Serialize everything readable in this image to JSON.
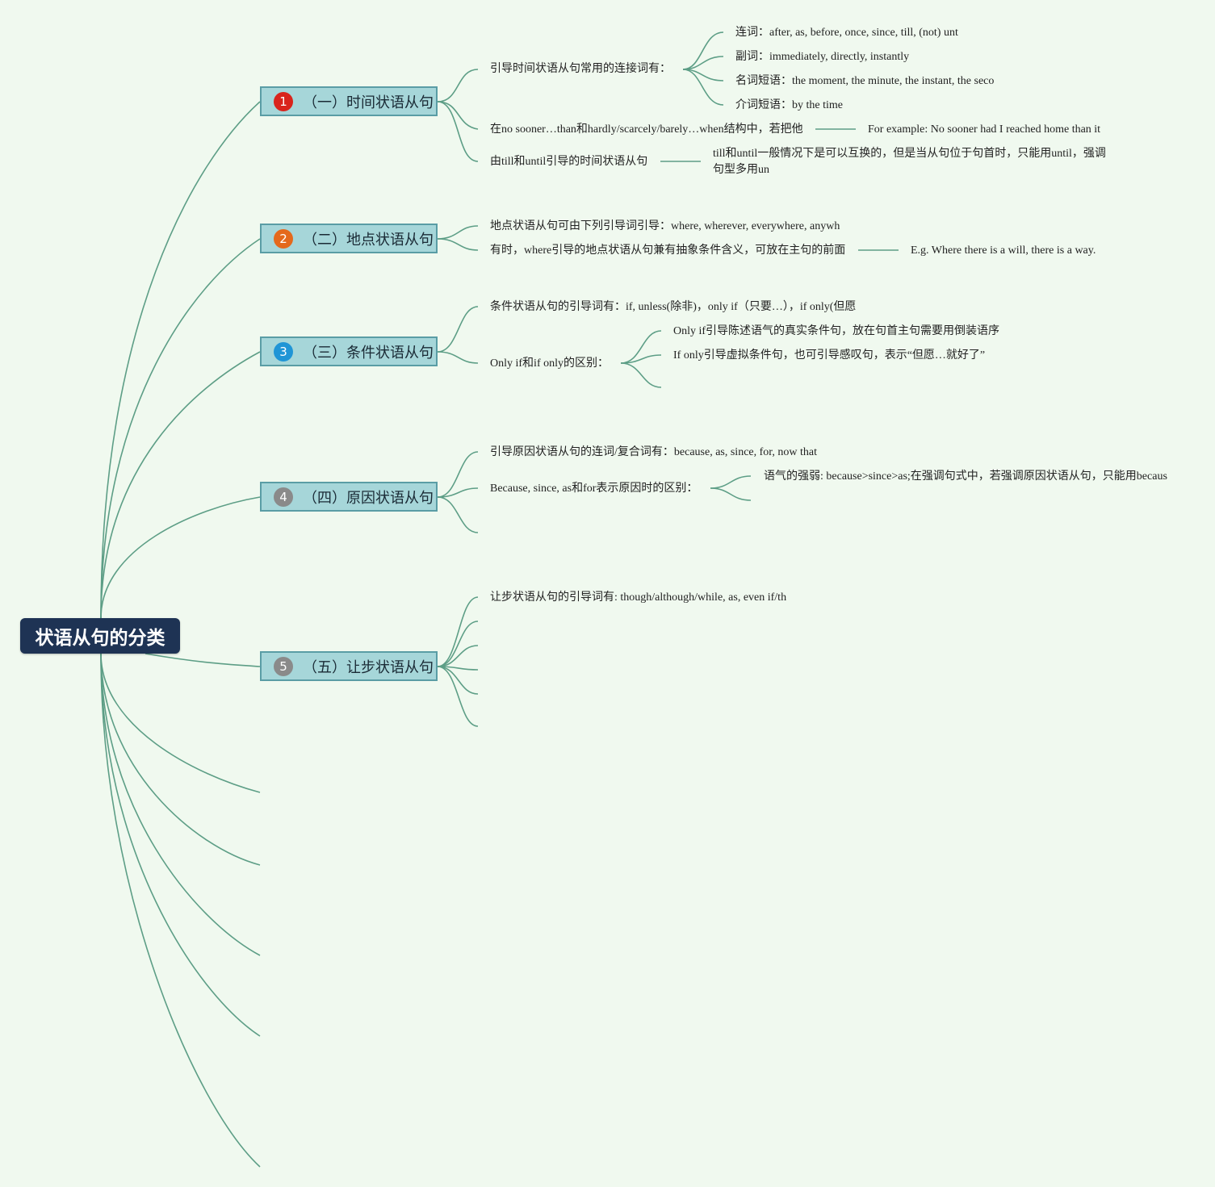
{
  "root": {
    "label": "状语从句的分类"
  },
  "branches": [
    {
      "label": "（一）时间状语从句",
      "badge": "1",
      "badge_color": "#d9241c",
      "children": [
        {
          "label": "引导时间状语从句常用的连接词有：",
          "children": [
            "连词：after, as, before, once, since, till, (not) unt",
            "副词：immediately, directly, instantly",
            "名词短语：the moment, the minute, the instant, the seco",
            "介词短语：by the time"
          ]
        },
        {
          "label": "在no sooner…than和hardly/scarcely/barely…when结构中，若把他",
          "detail": "For example: No sooner had I reached home than it"
        },
        {
          "label": "由till和until引导的时间状语从句",
          "detail": "till和until一般情况下是可以互换的，但是当从句位于句首时，只能用until，强调句型多用un"
        }
      ]
    },
    {
      "label": "（二）地点状语从句",
      "badge": "2",
      "badge_color": "#e4691c",
      "children": [
        {
          "label": "地点状语从句可由下列引导词引导：where, wherever, everywhere, anywh"
        },
        {
          "label": "有时，where引导的地点状语从句兼有抽象条件含义，可放在主句的前面",
          "detail": "E.g. Where there is a will, there is a way."
        }
      ]
    },
    {
      "label": "（三）条件状语从句",
      "badge": "3",
      "badge_color": "#1f95d6",
      "children": [
        {
          "label": "条件状语从句的引导词有：if, unless(除非)，only if（只要…），if only(但愿"
        },
        {
          "label": "Only if和if only的区别：",
          "children": [
            "Only if引导陈述语气的真实条件句，放在句首主句需要用倒装语序",
            "If only引导虚拟条件句，也可引导感叹句，表示“但愿…就好了”"
          ]
        }
      ]
    },
    {
      "label": "（四）原因状语从句",
      "badge": "4",
      "badge_color": "#8a8a8a",
      "children": [
        {
          "label": "引导原因状语从句的连词/复合词有：because, as, since, for, now that"
        },
        {
          "label": "Because, since, as和for表示原因时的区别：",
          "children": [
            "语气的强弱: because>since>as;在强调句式中，若强调原因状语从句，只能用becaus"
          ]
        }
      ]
    },
    {
      "label": "（五）让步状语从句",
      "badge": "5",
      "badge_color": "#8a8a8a",
      "children": [
        {
          "label": "让步状语从句的引导词有: though/although/while, as, even if/th"
        }
      ]
    }
  ],
  "colors": {
    "line": "#5d9e86",
    "root_bg": "#1e3354",
    "branch_bg": "#a6d6d9",
    "branch_border": "#5a9da5",
    "background": "#f0f9ef"
  }
}
